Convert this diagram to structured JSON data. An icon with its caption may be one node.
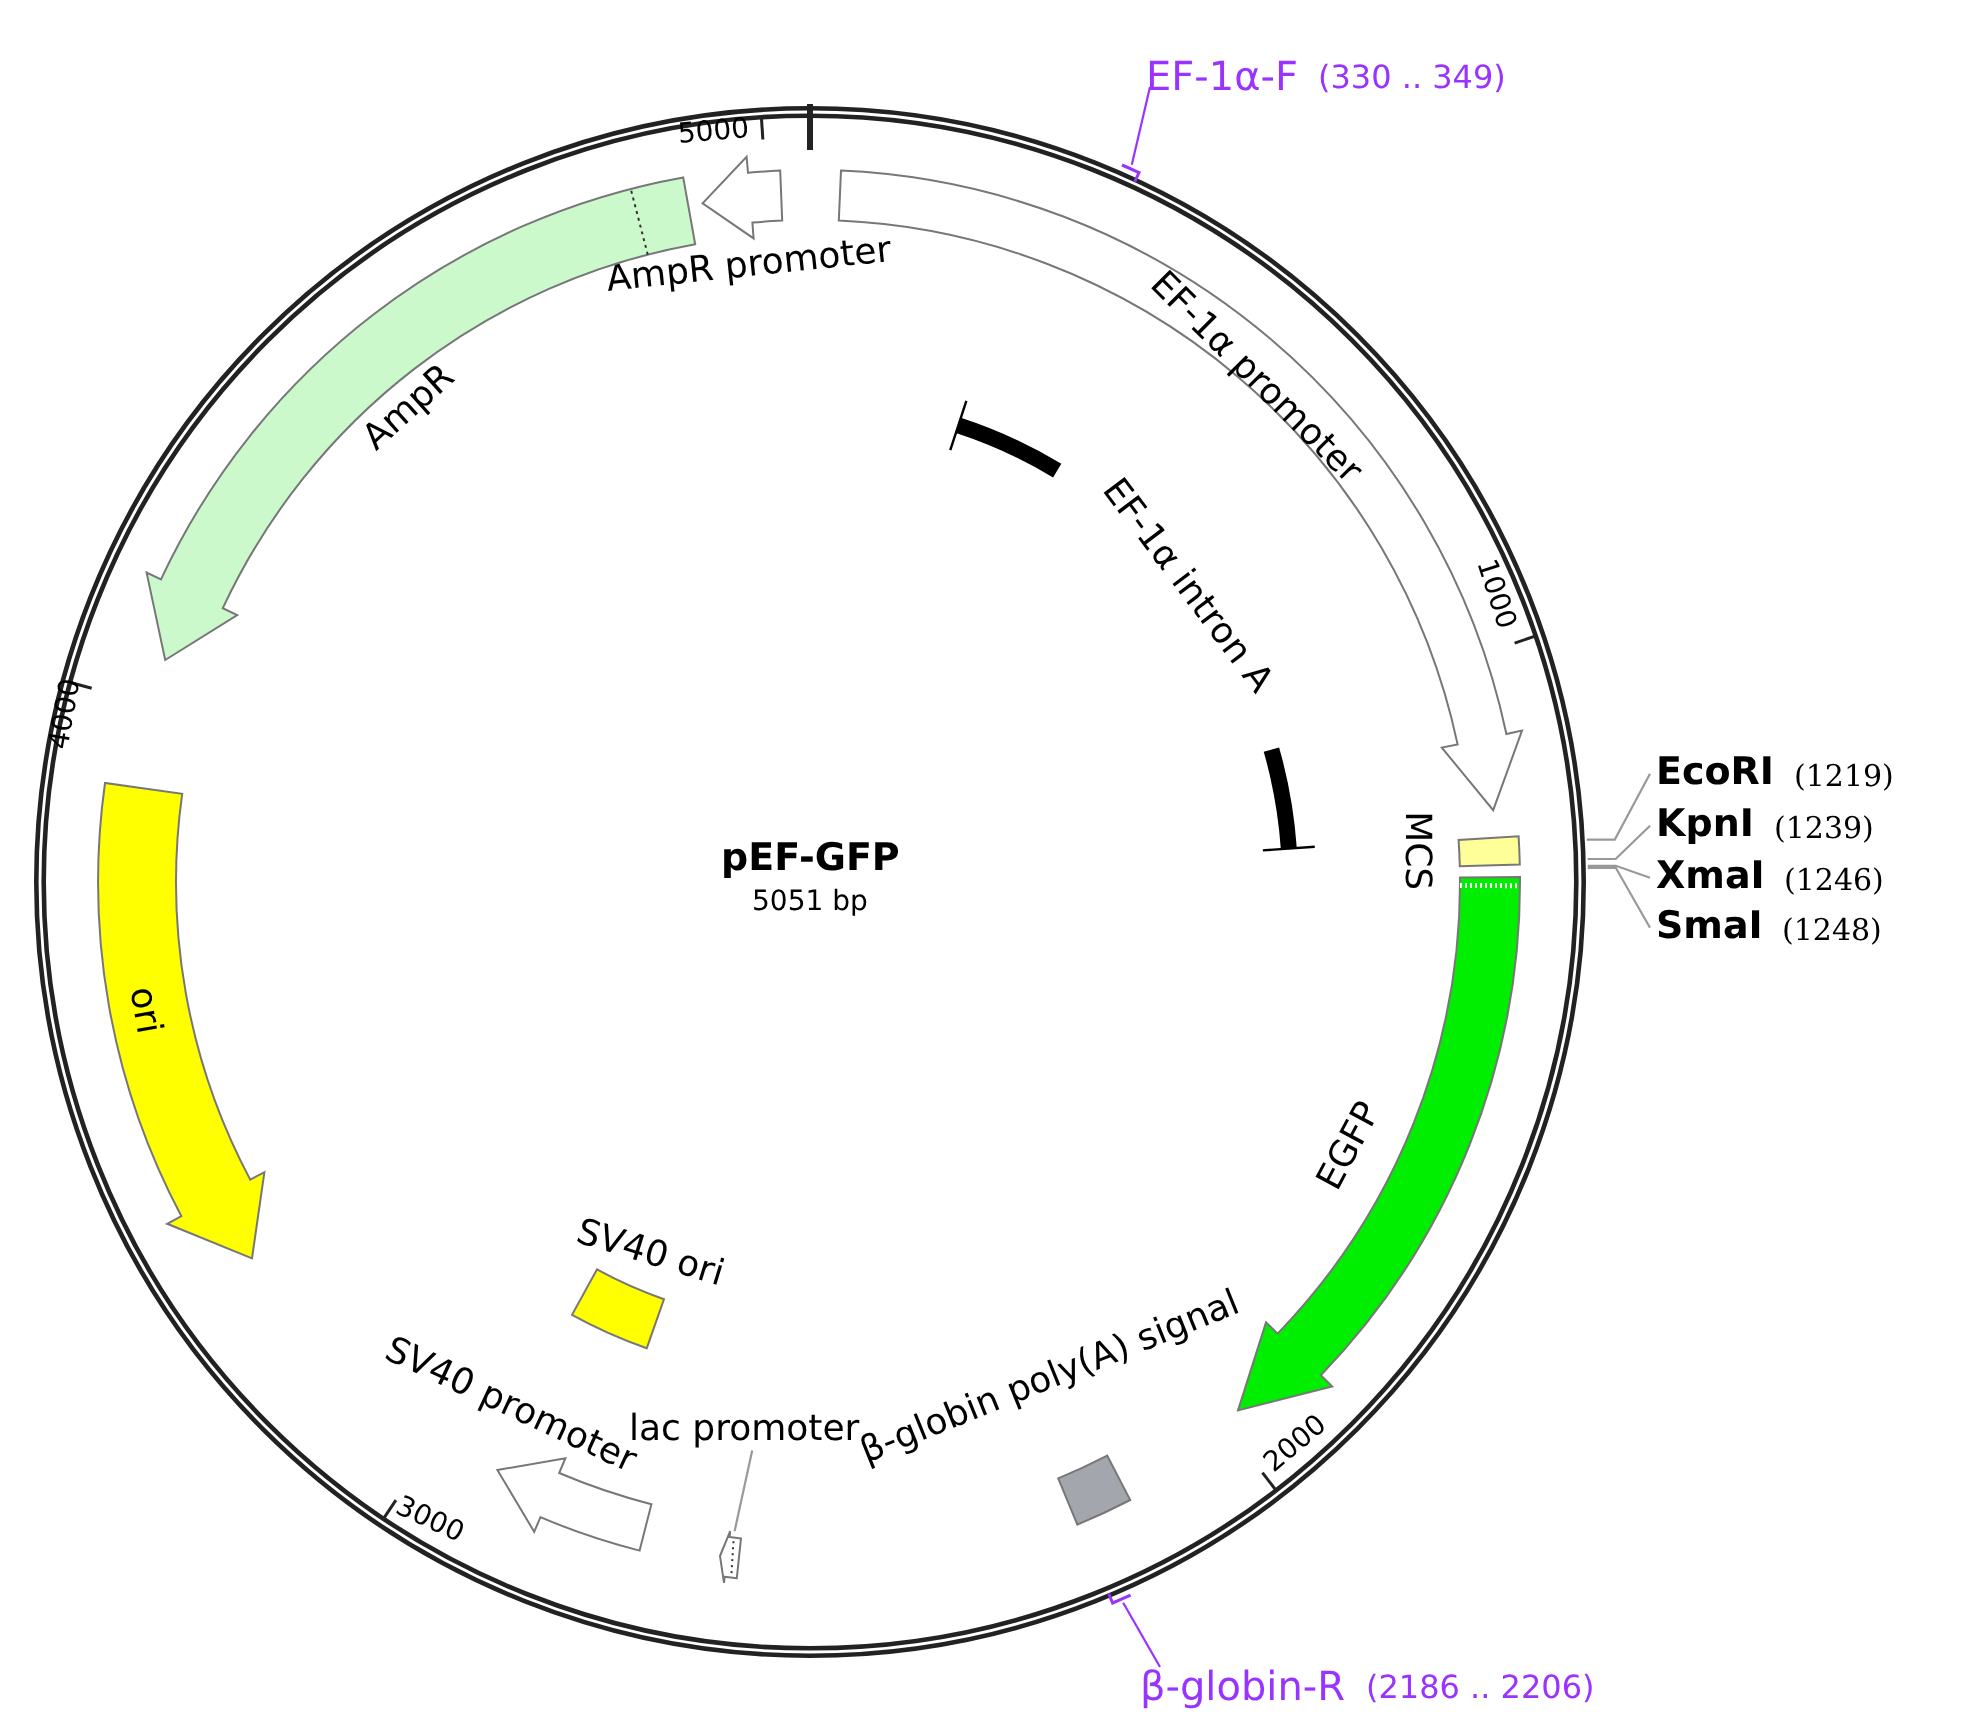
{
  "diagram": {
    "title": "pEF-GFP",
    "nodes": [
      {
        "text": [
          "EF-1α promoter"
        ]
      },
      {
        "text": [
          "AmpR promoter"
        ]
      },
      {
        "text": [
          "AmpR"
        ]
      },
      {
        "text": [
          "EF-1α intron A"
        ]
      },
      {
        "text": [
          "ori"
        ]
      },
      {
        "text": [
          "MCS"
        ]
      },
      {
        "text": [
          "EGFP"
        ]
      },
      {
        "text": [
          "β-globin poly(A) signal"
        ]
      },
      {
        "text": [
          "SV40 ori"
        ]
      },
      {
        "text": [
          "SV40 promoter"
        ]
      },
      {
        "text": [
          "lac promoter"
        ]
      },
      {
        "text": [],
        "shape": "arrow"
      },
      {
        "text": [
          "EF-1α-F"
        ],
        "beside": [
          "(330 .. 349)"
        ]
      },
      {
        "text": [
          "EcoRI"
        ],
        "beside": [
          "(1219)"
        ]
      },
      {
        "text": [
          "KpnI"
        ],
        "beside": [
          "(1239)"
        ]
      },
      {
        "text": [
          "XmaI"
        ],
        "beside": [
          "(1246)"
        ]
      },
      {
        "text": [
          "SmaI"
        ],
        "beside": [
          "(1248)"
        ]
      },
      {
        "text": [
          "β-globin-R"
        ],
        "beside": [
          "(2186 .. 2206)"
        ]
      }
    ],
    "edges": [
      {
        "from": 10,
        "to": 11,
        "arrow": "none"
      },
      {
        "from": 13,
        "to": null,
        "arrow": "none"
      },
      {
        "from": 14,
        "to": null,
        "arrow": "none"
      },
      {
        "from": 15,
        "to": null,
        "arrow": "none"
      },
      {
        "from": 16,
        "to": null,
        "arrow": "none"
      },
      {
        "from": 12,
        "to": null,
        "arrow": "none",
        "color": "#9933ff"
      },
      {
        "from": 17,
        "to": null,
        "arrow": "none",
        "color": "#9933ff"
      }
    ],
    "labels": [
      "5051 bp",
      "5000",
      "1000",
      "2000",
      "3000",
      "4000"
    ]
  }
}
